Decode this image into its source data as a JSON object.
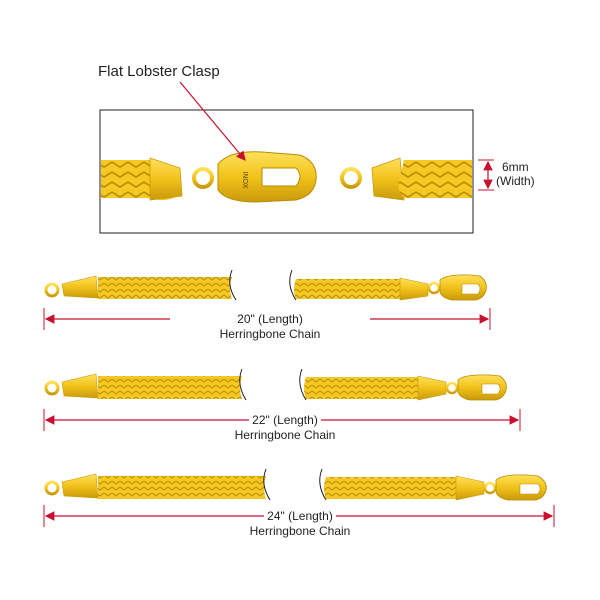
{
  "callout": {
    "text": "Flat Lobster Clasp"
  },
  "width": {
    "value": "6mm",
    "label": "(Width)"
  },
  "clasp_engraving": "INOX",
  "chains": [
    {
      "length": "20\" (Length)",
      "name": "Herringbone Chain"
    },
    {
      "length": "22\" (Length)",
      "name": "Herringbone Chain"
    },
    {
      "length": "24\" (Length)",
      "name": "Herringbone Chain"
    }
  ],
  "colors": {
    "gold": "#f2c21b",
    "gold_dark": "#c99a0a",
    "gold_light": "#ffe15c",
    "accent_red": "#c8102e",
    "frame": "#231f20"
  }
}
